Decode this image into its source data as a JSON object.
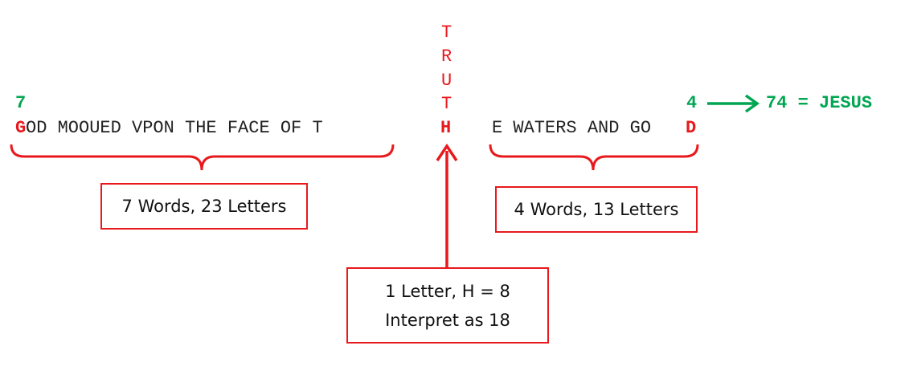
{
  "vertical_word": [
    "T",
    "R",
    "U",
    "T"
  ],
  "left_count": "7",
  "right_count": "4",
  "result": "74 = JESUS",
  "line": {
    "first_letter": "G",
    "left_text": "OD MOOUED VPON THE FACE OF T",
    "center_letter": "H",
    "right_text": "E WATERS AND GO",
    "last_letter": "D"
  },
  "boxes": {
    "left": "7 Words, 23 Letters",
    "right": "4 Words, 13 Letters",
    "center_line1": "1 Letter, H = 8",
    "center_line2": "Interpret as 18"
  },
  "colors": {
    "accent_red": "#e8191d",
    "accent_green": "#00a651",
    "text": "#222222"
  }
}
